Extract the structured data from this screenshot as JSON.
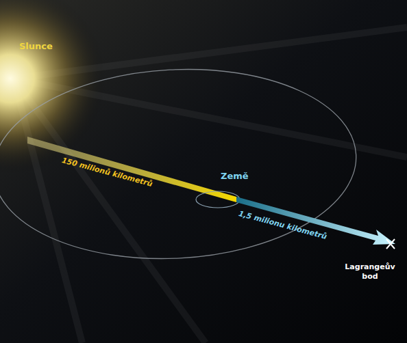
{
  "diagram": {
    "labels": [
      "Slunce",
      "150 milionů kilometrů",
      "Země",
      "1,5 milionu kilometrů",
      "Lagrangeův bod"
    ]
  }
}
